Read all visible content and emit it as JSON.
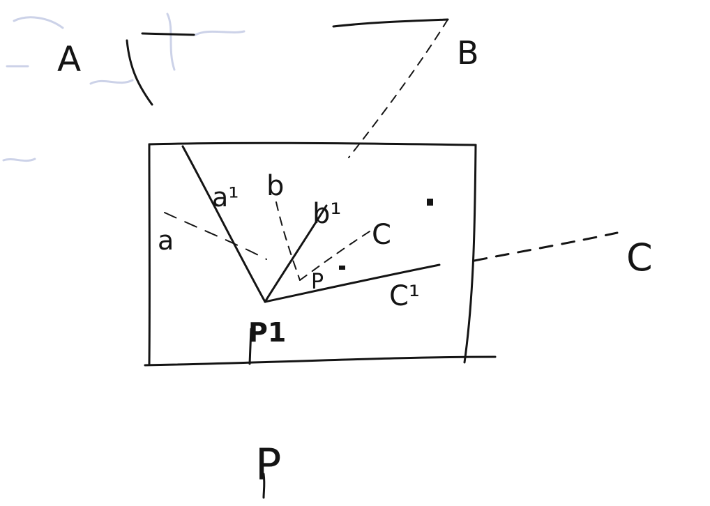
{
  "diagram": {
    "labels": {
      "A": "A",
      "B": "B",
      "C": "C",
      "a": "a",
      "a1": "a¹",
      "b": "b",
      "b1": "b¹",
      "c_inner": "C",
      "c1": "C¹",
      "p_small": "P",
      "p1": "P1",
      "P": "P"
    },
    "colors": {
      "ink": "#141414",
      "ghost": "#c7cde6"
    }
  }
}
